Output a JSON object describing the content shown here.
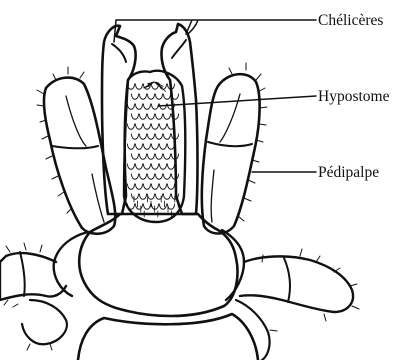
{
  "labels": {
    "chelicerae": "Chélicères",
    "hypostome": "Hypostome",
    "pedipalp": "Pédipalpe"
  }
}
